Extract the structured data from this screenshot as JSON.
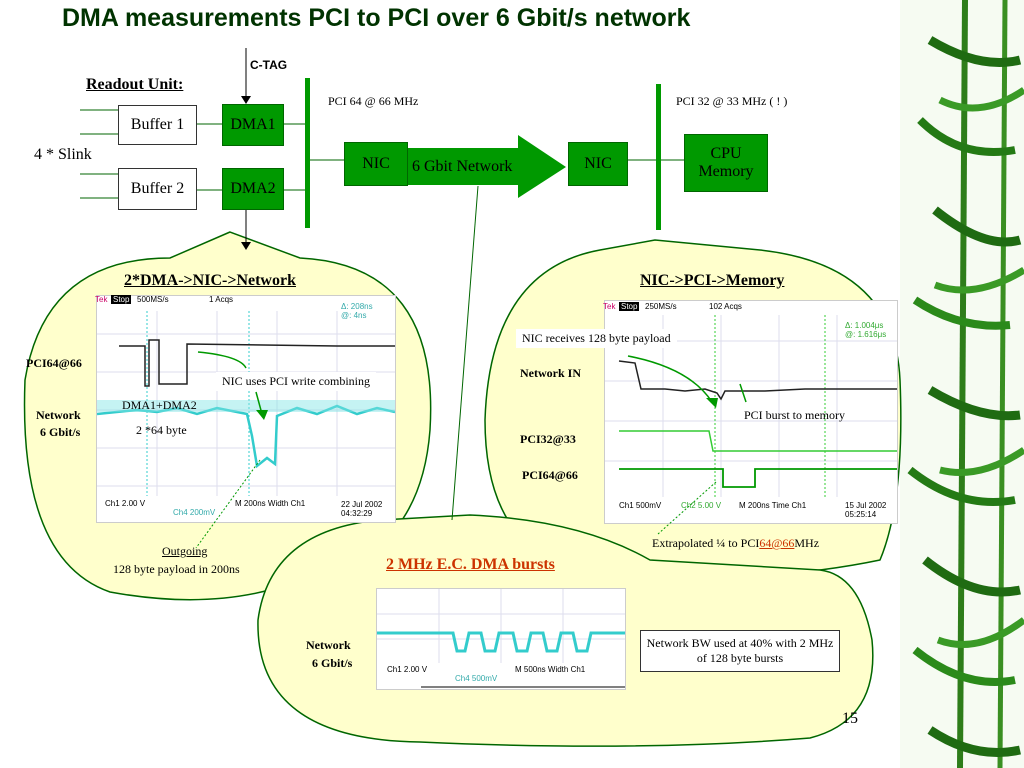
{
  "title": "DMA measurements PCI to PCI over 6 Gbit/s network",
  "top_diagram": {
    "ctag": "C-TAG",
    "readout_unit": "Readout Unit:",
    "buffer1": "Buffer 1",
    "buffer2": "Buffer 2",
    "dma1": "DMA1",
    "dma2": "DMA2",
    "slink": "4 * Slink",
    "pci64": "PCI 64 @ 66 MHz",
    "pci32": "PCI 32 @ 33 MHz  ( ! )",
    "nic_left": "NIC",
    "nic_right": "NIC",
    "network": "6  Gbit Network",
    "cpu_memory": "CPU Memory"
  },
  "left_panel": {
    "heading": "2*DMA->NIC->Network",
    "pci_label": "PCI64@66",
    "network_label_1": "Network",
    "network_label_2": "6 Gbit/s",
    "callout_combining": "NIC uses PCI write combining",
    "dma_note_1": "DMA1+DMA2",
    "dma_note_2": "2 *64 byte",
    "outgoing_1": "Outgoing",
    "outgoing_2": "128 byte payload in 200ns",
    "scope": {
      "tek": "Tek",
      "stop": "Stop",
      "rate": "500MS/s",
      "acqs": "1 Acqs",
      "delta1": "Δ: 208ns",
      "delta2": "@: 4ns",
      "ch1": "Ch1   2.00 V",
      "time": "M  200ns  Width  Ch1",
      "ch4": "Ch4   200mV",
      "date": "22 Jul 2002",
      "clock": "04:32:29"
    }
  },
  "right_panel": {
    "heading": "NIC->PCI->Memory",
    "callout_receives": "NIC receives 128 byte payload",
    "network_in": "Network IN",
    "pci_burst": "PCI burst to memory",
    "pci32": "PCI32@33",
    "pci64": "PCI64@66",
    "extrapolated_pre": "Extrapolated ¼ to PCI",
    "extrapolated_red": "64@66",
    "extrapolated_post": "MHz",
    "scope": {
      "tek": "Tek",
      "stop": "Stop",
      "rate": "250MS/s",
      "acqs": "102 Acqs",
      "delta1": "Δ: 1.004μs",
      "delta2": "@: 1.616μs",
      "ch1": "Ch1   500mV",
      "ch2": "Ch2   5.00 V",
      "time": "M  200ns  Time  Ch1",
      "date": "15 Jul 2002",
      "clock": "05:25:14"
    }
  },
  "bottom_panel": {
    "heading": "2 MHz E.C. DMA bursts",
    "network_1": "Network",
    "network_2": "6 Gbit/s",
    "note": "Network BW used at 40%  with 2 MHz  of 128  byte bursts",
    "scope": {
      "ch1": "Ch1   2.00 V",
      "time": "M  500ns  Width  Ch1",
      "ch4": "Ch4   500mV"
    }
  },
  "page_number": "15",
  "colors": {
    "title": "#003300",
    "green": "#009900",
    "panel": "#ffffcc",
    "accent_red": "#cc3300",
    "trace_cyan": "#33cccc"
  }
}
